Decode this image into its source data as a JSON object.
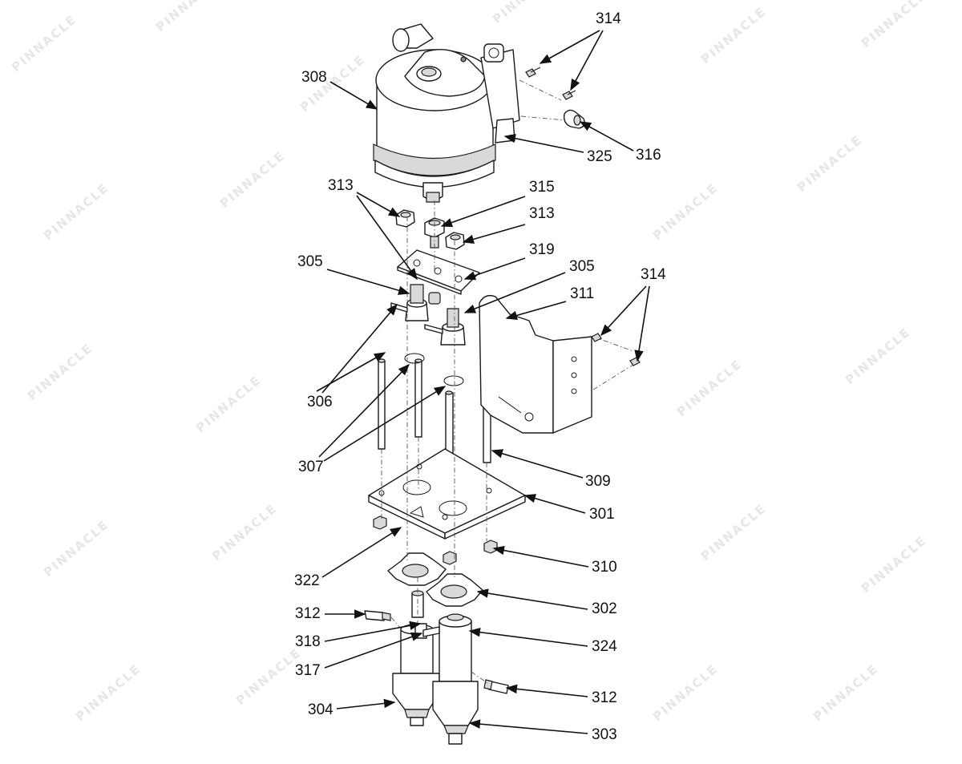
{
  "diagram": {
    "watermark": "PINNACLE",
    "callouts": [
      {
        "id": "c314a",
        "label": "314"
      },
      {
        "id": "c308",
        "label": "308"
      },
      {
        "id": "c316",
        "label": "316"
      },
      {
        "id": "c325",
        "label": "325"
      },
      {
        "id": "c313a",
        "label": "313"
      },
      {
        "id": "c315",
        "label": "315"
      },
      {
        "id": "c313b",
        "label": "313"
      },
      {
        "id": "c319",
        "label": "319"
      },
      {
        "id": "c305a",
        "label": "305"
      },
      {
        "id": "c305b",
        "label": "305"
      },
      {
        "id": "c311",
        "label": "311"
      },
      {
        "id": "c314b",
        "label": "314"
      },
      {
        "id": "c306",
        "label": "306"
      },
      {
        "id": "c307",
        "label": "307"
      },
      {
        "id": "c309",
        "label": "309"
      },
      {
        "id": "c301",
        "label": "301"
      },
      {
        "id": "c310",
        "label": "310"
      },
      {
        "id": "c322",
        "label": "322"
      },
      {
        "id": "c302",
        "label": "302"
      },
      {
        "id": "c312a",
        "label": "312"
      },
      {
        "id": "c318",
        "label": "318"
      },
      {
        "id": "c324",
        "label": "324"
      },
      {
        "id": "c317",
        "label": "317"
      },
      {
        "id": "c312b",
        "label": "312"
      },
      {
        "id": "c304",
        "label": "304"
      },
      {
        "id": "c303",
        "label": "303"
      }
    ]
  }
}
